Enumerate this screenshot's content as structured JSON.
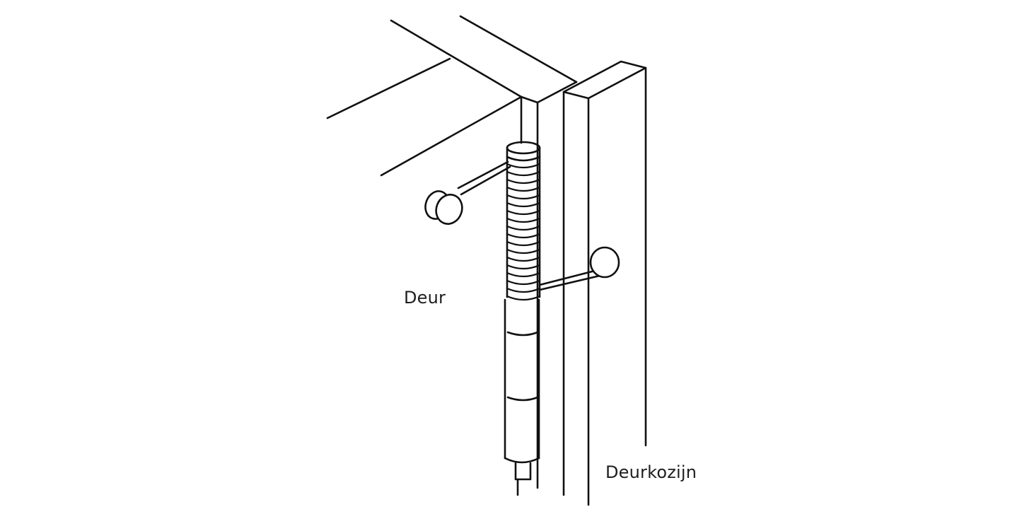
{
  "diagram": {
    "type": "technical-line-drawing",
    "subject": "door spring hinge mounted between door and door frame",
    "labels": {
      "door": "Deur",
      "door_frame": "Deurkozijn"
    },
    "colors": {
      "line": "#111111",
      "background": "#ffffff",
      "label_text": "#1e1e1e"
    }
  }
}
